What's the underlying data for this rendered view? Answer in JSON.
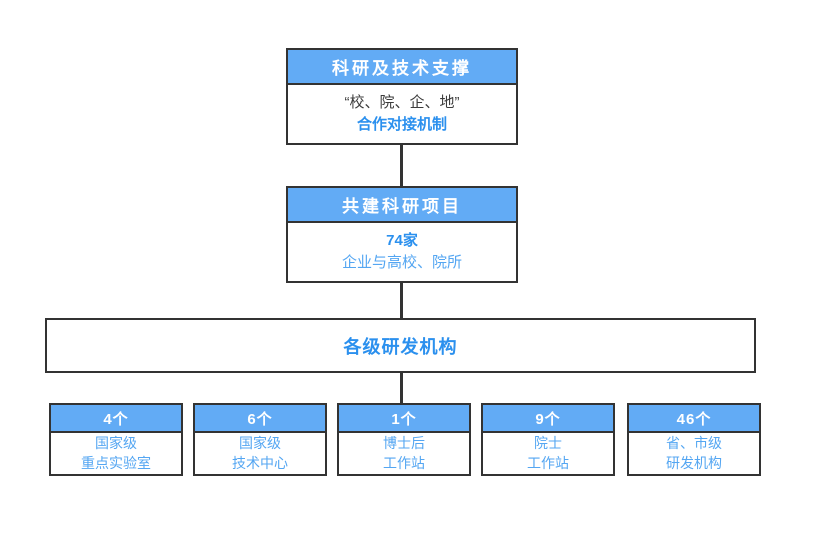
{
  "colors": {
    "header_bg": "#62abf5",
    "border": "#333333",
    "text_blue_bold": "#2b90ee",
    "text_blue": "#54a6f2",
    "text_dark": "#3c3c3c"
  },
  "top_box": {
    "header": "科研及技术支撑",
    "line1": "“校、院、企、地”",
    "line2": "合作对接机制"
  },
  "mid_box": {
    "header": "共建科研项目",
    "line1": "74家",
    "line2": "企业与高校、院所"
  },
  "wide_box": {
    "label": "各级研发机构"
  },
  "bottom_boxes": [
    {
      "header": "4个",
      "line1": "国家级",
      "line2": "重点实验室"
    },
    {
      "header": "6个",
      "line1": "国家级",
      "line2": "技术中心"
    },
    {
      "header": "1个",
      "line1": "博士后",
      "line2": "工作站"
    },
    {
      "header": "9个",
      "line1": "院士",
      "line2": "工作站"
    },
    {
      "header": "46个",
      "line1": "省、市级",
      "line2": "研发机构"
    }
  ]
}
